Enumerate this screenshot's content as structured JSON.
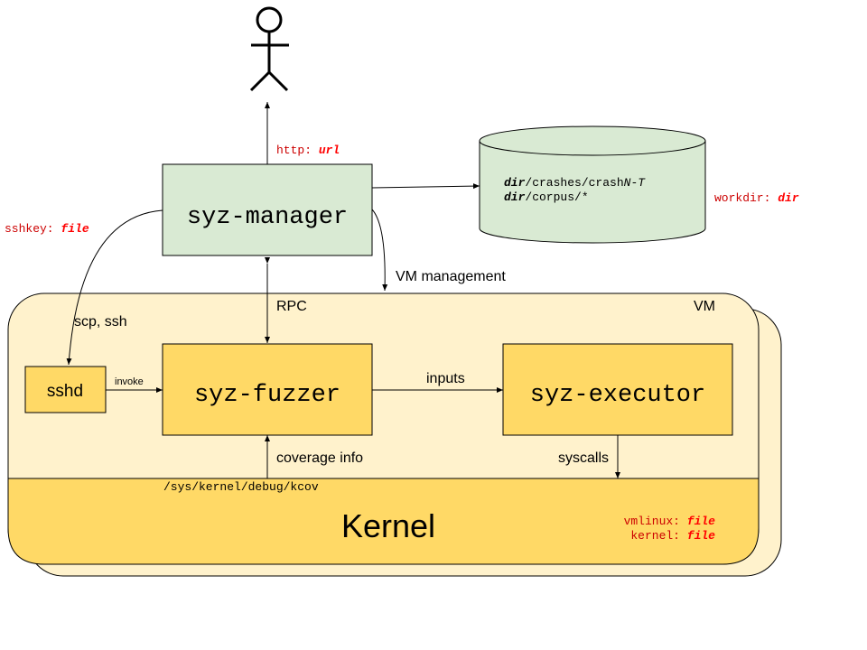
{
  "user": {
    "icon": "stick-figure-user-icon"
  },
  "http": {
    "prefix": "http: ",
    "value": "url"
  },
  "manager": {
    "label": "syz-manager"
  },
  "workdir": {
    "line1": {
      "dir": "dir",
      "path": "/crashes/crash",
      "n": "N",
      "dash": "-",
      "t": "T"
    },
    "line2": {
      "dir": "dir",
      "path": "/corpus/*"
    },
    "prefix": "workdir: ",
    "value": "dir"
  },
  "sshkey": {
    "prefix": "sshkey: ",
    "value": "file"
  },
  "vm_management": "VM management",
  "rpc": "RPC",
  "vm": "VM",
  "scp_ssh": "scp, ssh",
  "sshd": "sshd",
  "invoke": "invoke",
  "fuzzer": {
    "label": "syz-fuzzer"
  },
  "inputs": "inputs",
  "executor": {
    "label": "syz-executor"
  },
  "coverage_info": "coverage info",
  "syscalls": "syscalls",
  "kcov_path": "/sys/kernel/debug/kcov",
  "kernel": {
    "label": "Kernel",
    "vmlinux_prefix": "vmlinux: ",
    "vmlinux_value": "file",
    "kernel_prefix": "kernel: ",
    "kernel_value": "file"
  },
  "colors": {
    "manager_fill": "#d9ead3",
    "box_fill": "#ffd966",
    "vm_fill": "#fff2cc",
    "red": "#ff0000",
    "dark_red": "#cc0000"
  }
}
